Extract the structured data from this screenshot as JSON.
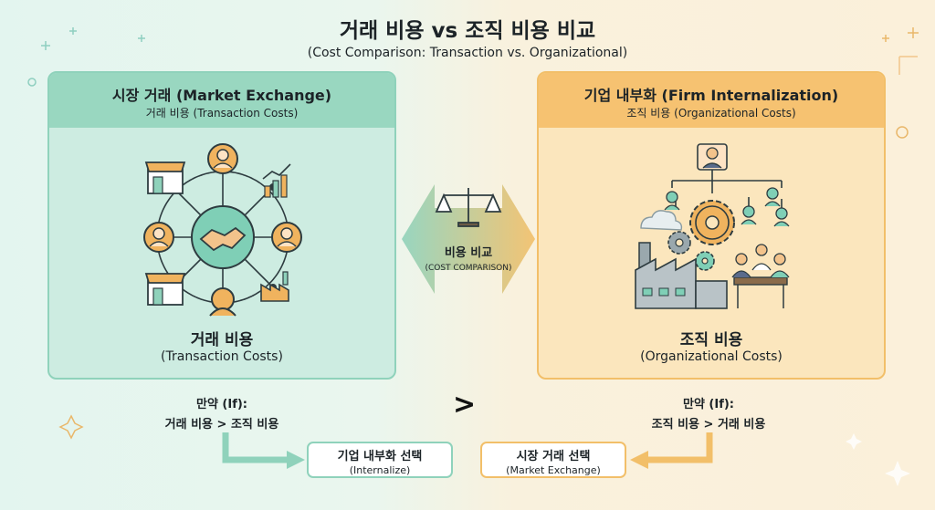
{
  "title": "거래 비용 vs 조직 비용 비교",
  "subtitle": "(Cost Comparison: Transaction vs. Organizational)",
  "left_panel": {
    "header_title": "시장 거래 (Market Exchange)",
    "header_sub": "거래 비용 (Transaction Costs)",
    "label_title": "거래 비용",
    "label_sub": "(Transaction Costs)"
  },
  "right_panel": {
    "header_title": "기업 내부화 (Firm Internalization)",
    "header_sub": "조직 비용 (Organizational Costs)",
    "label_title": "조직 비용",
    "label_sub": "(Organizational Costs)"
  },
  "middle": {
    "label": "비용 비교",
    "sub": "(COST COMPARISON)",
    "comparison_symbol": ">"
  },
  "left_condition": {
    "line1": "만약 (If):",
    "line2": "거래 비용 > 조직 비용"
  },
  "right_condition": {
    "line1": "만약 (If):",
    "line2": "조직 비용 > 거래 비용"
  },
  "left_result": {
    "line1": "기업 내부화 선택",
    "line2": "(Internalize)"
  },
  "right_result": {
    "line1": "시장 거래 선택",
    "line2": "(Market Exchange)"
  },
  "colors": {
    "teal": "#8fd2bb",
    "orange": "#f2bf69"
  }
}
